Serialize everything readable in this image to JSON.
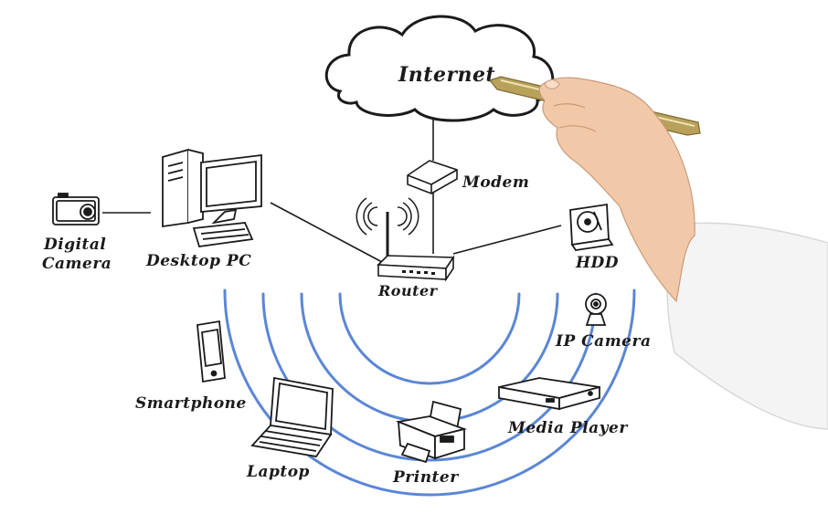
{
  "nodes": {
    "internet": "Internet",
    "modem": "Modem",
    "router": "Router",
    "desktop_pc": "Desktop PC",
    "digital_camera_line1": "Digital",
    "digital_camera_line2": "Camera",
    "hdd": "HDD",
    "ip_camera": "IP Camera",
    "smartphone": "Smartphone",
    "laptop": "Laptop",
    "printer": "Printer",
    "media_player": "Media Player"
  },
  "colors": {
    "wifi_arcs": "#5b86d6",
    "line_art": "#1b1b1b",
    "pen": "#b8a15a",
    "skin": "#f1c9a8",
    "sleeve": "#f4f4f4"
  }
}
